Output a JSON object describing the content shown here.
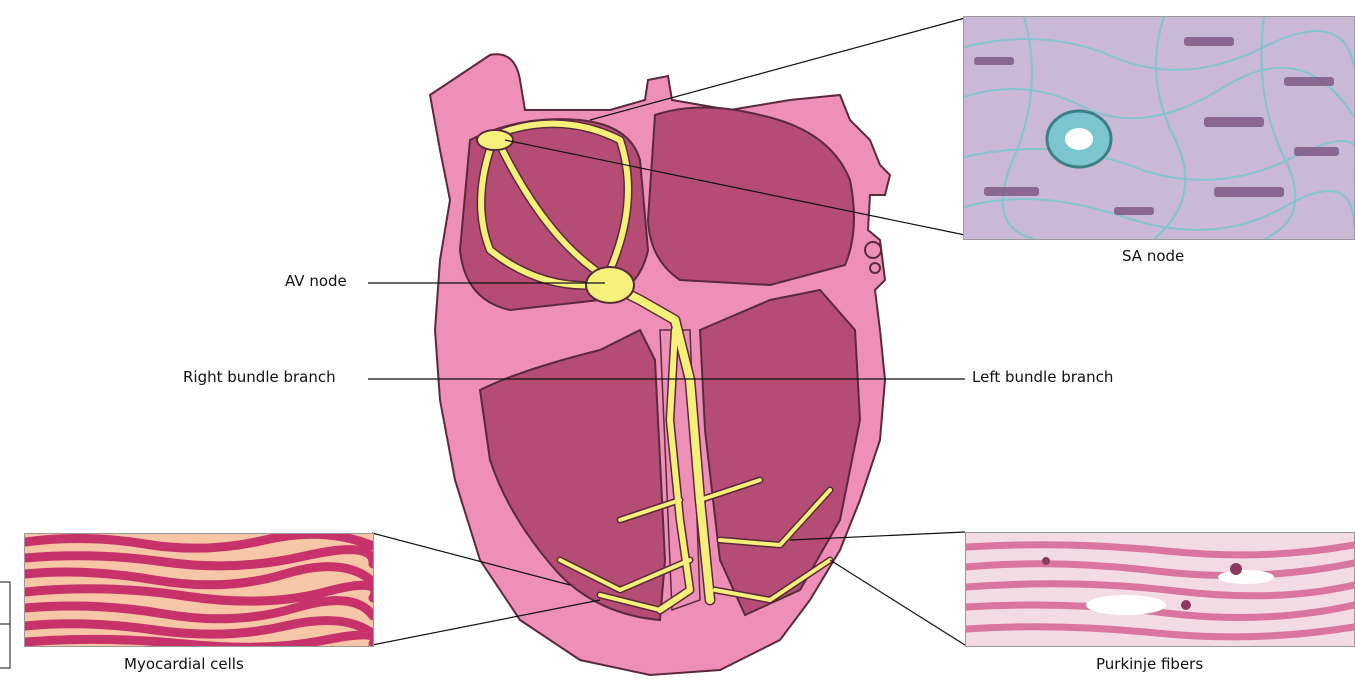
{
  "labels": {
    "sa_node": "SA node",
    "av_node": "AV node",
    "right_bundle_branch": "Right bundle branch",
    "left_bundle_branch": "Left bundle branch",
    "myocardial_cells": "Myocardial cells",
    "purkinje_fibers": "Purkinje fibers"
  },
  "colors": {
    "heart_outer": "#ee8fb8",
    "heart_outline": "#5a2a3c",
    "chamber_fill": "#b54c76",
    "conduction": "#f4f07a",
    "sa_tissue_base": "#c9b8d6",
    "sa_tissue_fiber": "#7e5a86",
    "sa_tissue_connective": "#7cc6cf",
    "myocardial_base": "#f6c6a6",
    "myocardial_fiber": "#c8326a",
    "purkinje_base": "#f3dbe6",
    "purkinje_fiber": "#d86a98"
  },
  "icons": [
    "heart-diagram",
    "sa-node-micrograph",
    "myocardial-micrograph",
    "purkinje-micrograph"
  ]
}
